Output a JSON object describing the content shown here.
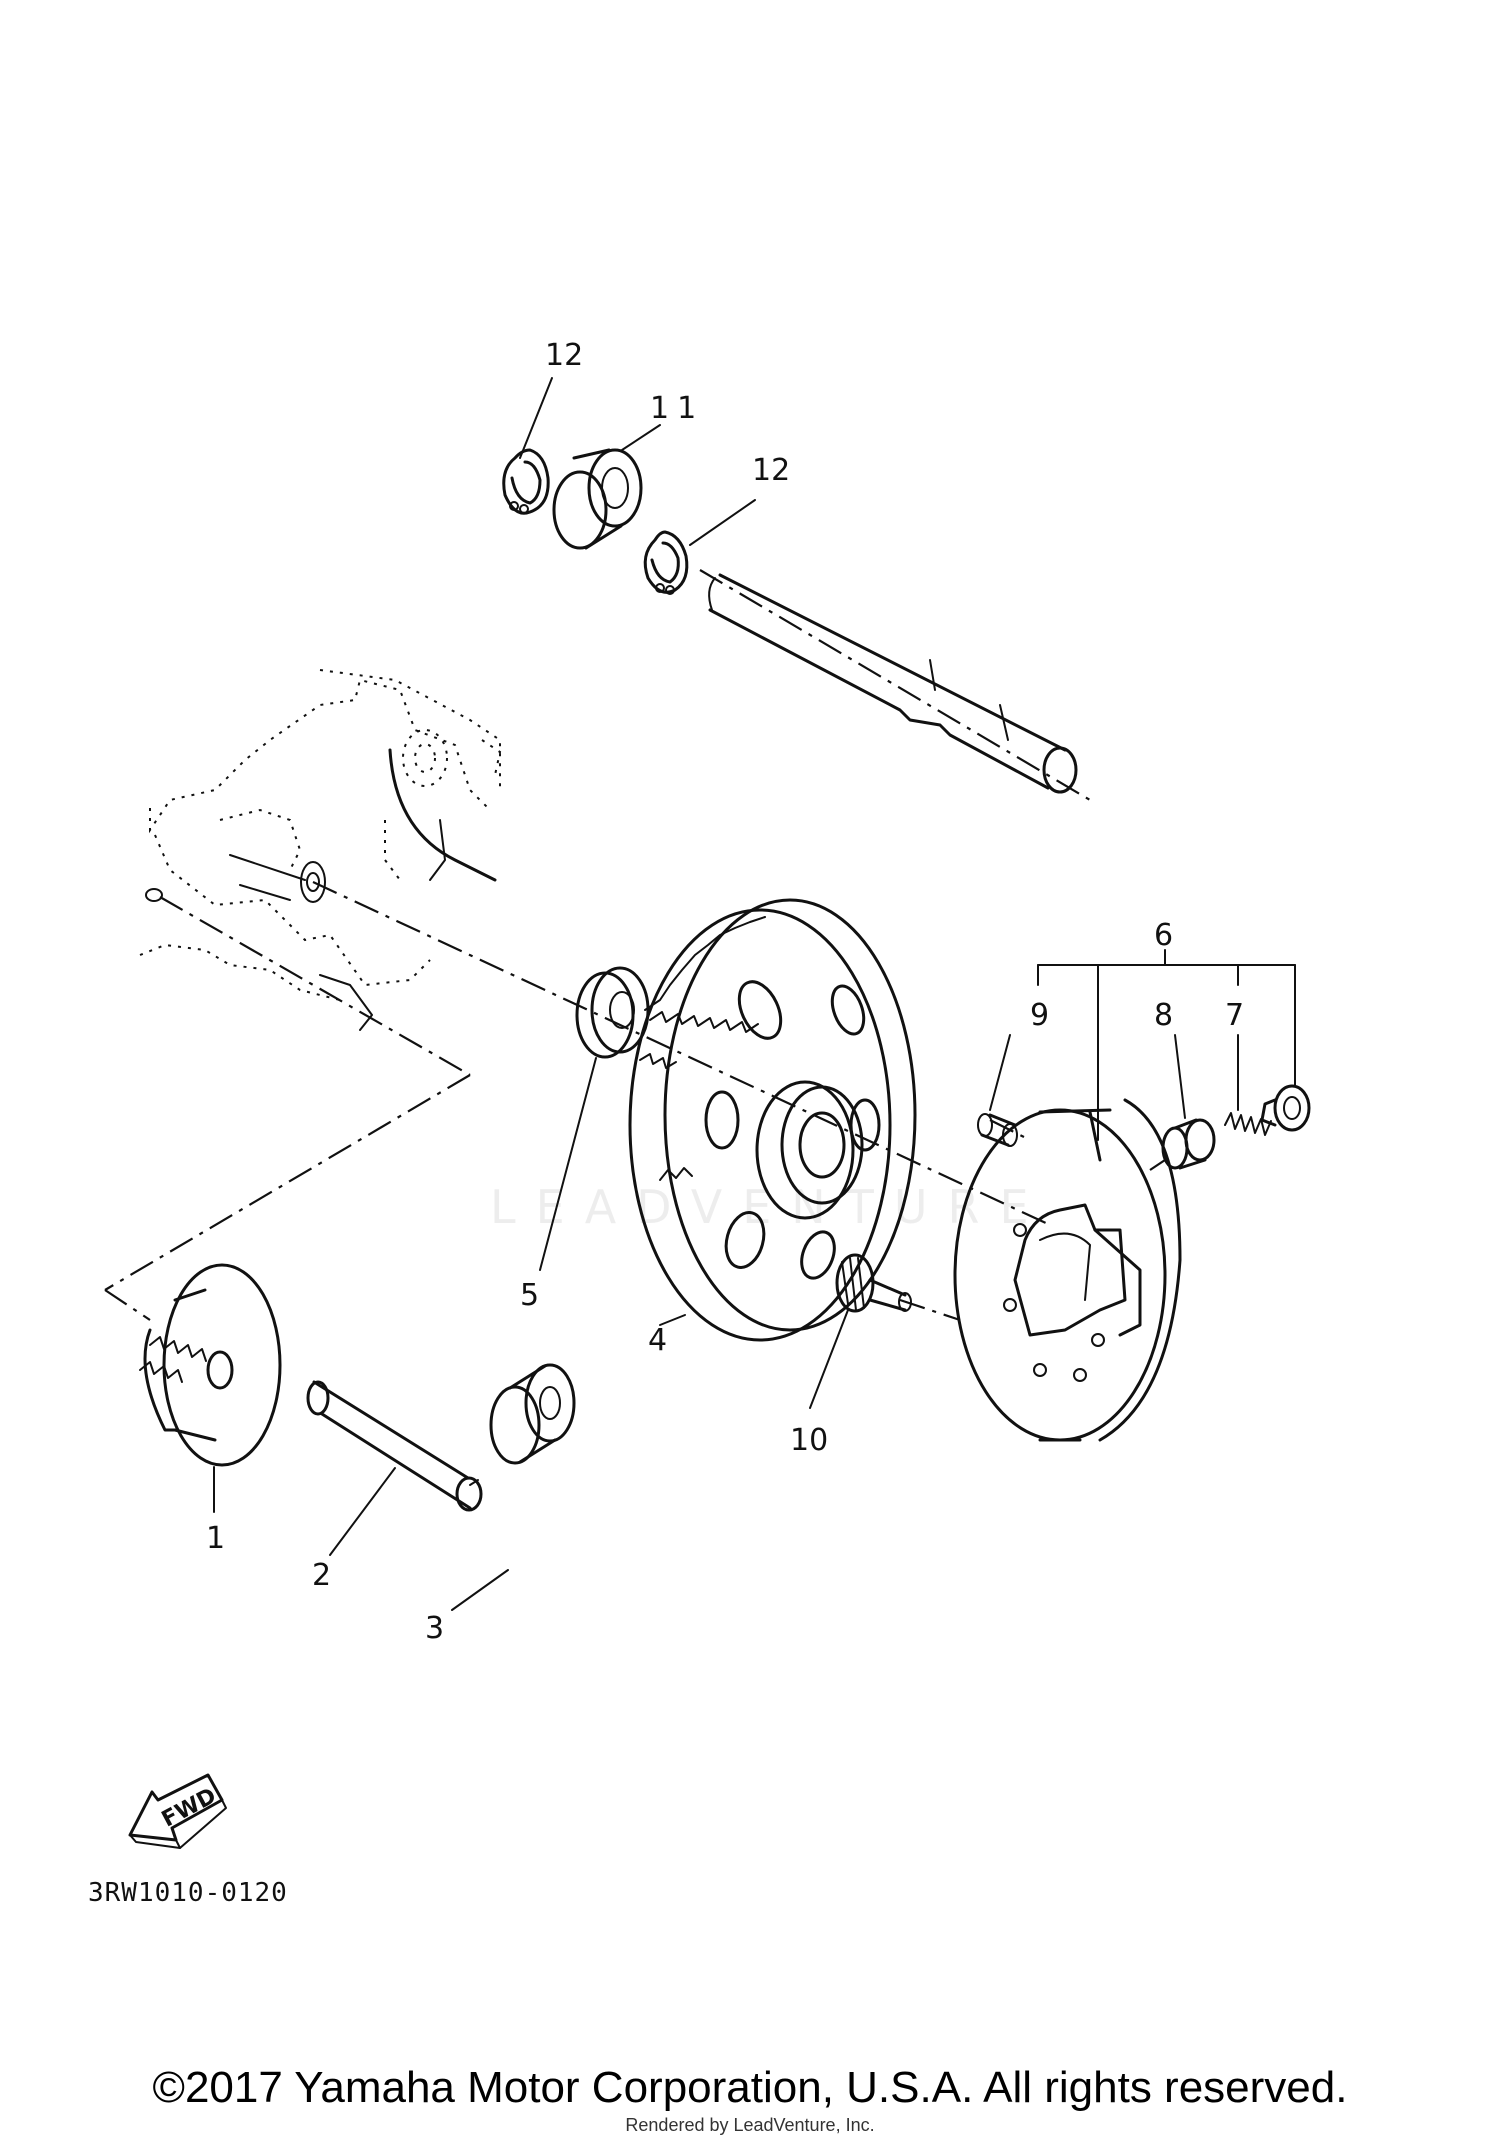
{
  "diagram": {
    "code": "3RW1010-0120",
    "fwd_label": "FWD",
    "callouts": [
      "1",
      "2",
      "3",
      "4",
      "5",
      "6",
      "7",
      "8",
      "9",
      "10",
      "11",
      "12"
    ]
  },
  "footer": {
    "copyright": "©2017 Yamaha Motor Corporation, U.S.A. All rights reserved.",
    "rendered_by": "Rendered by LeadVenture, Inc.",
    "watermark": "LEADVENTURE"
  }
}
